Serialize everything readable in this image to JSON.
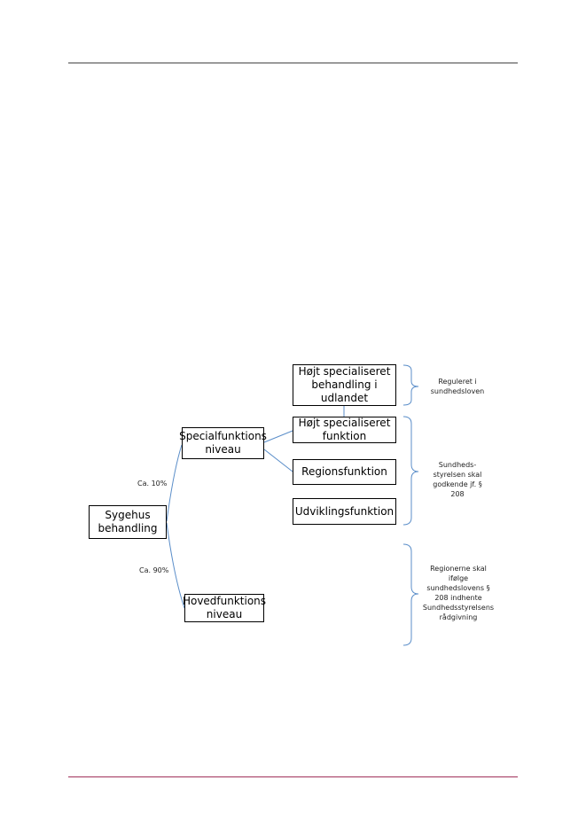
{
  "diagram": {
    "root": "Sygehus\nbehandling",
    "special_level": "Specialfunktions\nniveau",
    "main_level": "Hovedfunktions\nniveau",
    "high_specialized_abroad": "Højt specialiseret\nbehandling i\nudlandet",
    "high_specialized_function": "Højt specialiseret\nfunktion",
    "regional_function": "Regionsfunktion",
    "development_function": "Udviklingsfunktion",
    "pct_special": "Ca. 10%",
    "pct_main": "Ca. 90%",
    "note_regulated": "Reguleret   i\nsundhedsloven",
    "note_board_approve": "Sundheds-\nstyrelsen skal\ngodkende jf. §\n208",
    "note_regions": "Regionerne  skal\nifølge\nsundhedslovens §\n208 indhente\nSundhedsstyrelsens\nrådgivning"
  },
  "colors": {
    "connector": "#5b8ec9",
    "brace": "#5b8ec9",
    "top_rule": "#9a9a9a",
    "bottom_rule": "#a0305a"
  }
}
